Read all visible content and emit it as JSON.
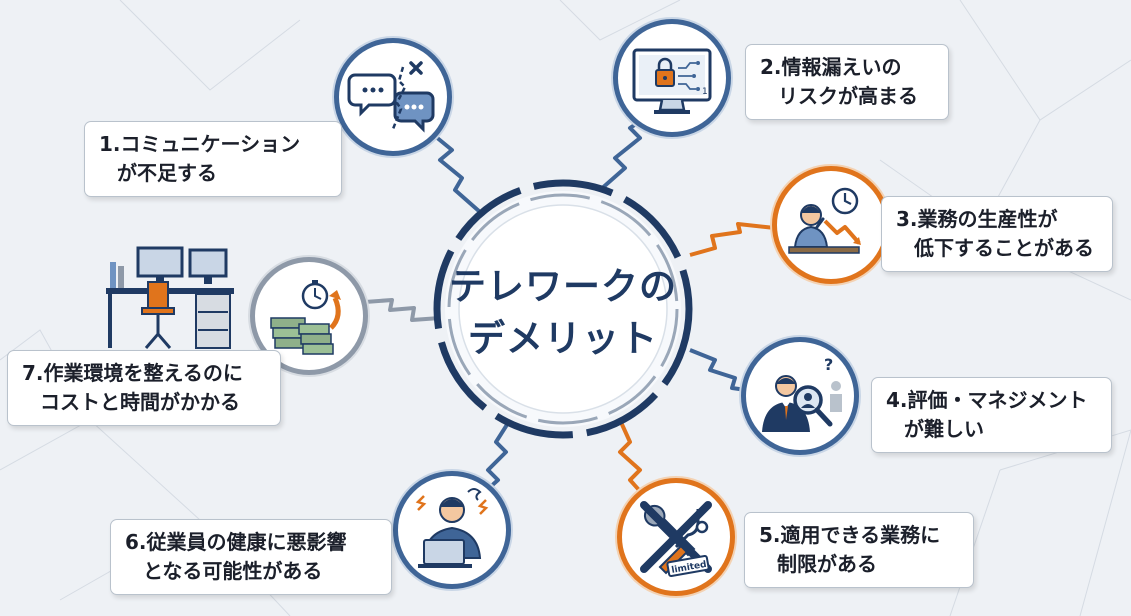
{
  "center": {
    "title_line1": "テレワークの",
    "title_line2": "デメリット"
  },
  "items": [
    {
      "line1": "1.コミュニケーション",
      "line2": "が不足する",
      "icon": "chat-bubbles-icon",
      "color": "blue"
    },
    {
      "line1": "2.情報漏えいの",
      "line2": "リスクが高まる",
      "icon": "monitor-lock-icon",
      "color": "blue"
    },
    {
      "line1": "3.業務の生産性が",
      "line2": "低下することがある",
      "icon": "stressed-worker-clock-icon",
      "color": "orange"
    },
    {
      "line1": "4.評価・マネジメント",
      "line2": "が難しい",
      "icon": "magnifier-person-icon",
      "color": "blue"
    },
    {
      "line1": "5.適用できる業務に",
      "line2": "制限がある",
      "icon": "crossed-tools-icon",
      "color": "orange"
    },
    {
      "line1": "6.従業員の健康に悪影響",
      "line2": "となる可能性がある",
      "icon": "stressed-laptop-user-icon",
      "color": "blue"
    },
    {
      "line1": "7.作業環境を整えるのに",
      "line2": "コストと時間がかかる",
      "icon": "money-stopwatch-icon",
      "color": "gray"
    }
  ],
  "icon_texts": {
    "limited_stamp": "limited",
    "monitor_digit": "1"
  },
  "colors": {
    "navy": "#1f3a63",
    "blue": "#3f6597",
    "orange": "#e0741c",
    "gray": "#8e99a8"
  }
}
